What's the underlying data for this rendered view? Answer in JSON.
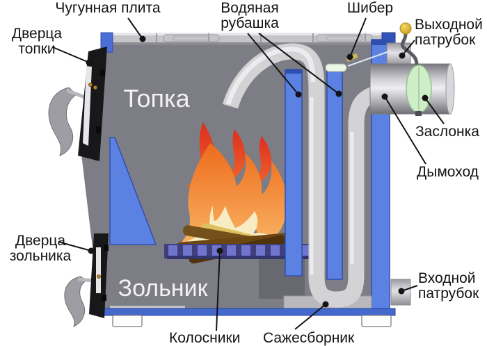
{
  "diagram": {
    "firebox_label": "Топка",
    "ashpan_label": "Зольник"
  },
  "labels": {
    "cast_iron_plate": "Чугунная плита",
    "water_jacket": "Водяная рубашка",
    "damper_slide": "Шибер",
    "outlet_pipe": "Выходной патрубок",
    "flap": "Заслонка",
    "chimney": "Дымоход",
    "firebox_door": "Дверца топки",
    "ashpan_door": "Дверца зольника",
    "grates": "Колосники",
    "soot_collector": "Сажесборник",
    "inlet_pipe": "Входной патрубок"
  },
  "palette": {
    "body_gray": "#7d7d85",
    "plate_gray": "#c5c5c9",
    "water_blue": "#5b82e2",
    "water_blue_dark": "#2f4fae",
    "base_blue": "#4468cc",
    "flame_red": "#dc2f1f",
    "flame_orange": "#ed6b1c",
    "flame_light": "#f9b666",
    "flame_cream": "#f7ecc4",
    "log_brown": "#5f3f10",
    "grate_violet": "#7174cc",
    "tube_gray": "#d3d3d6",
    "damper_green": "#cdeec6",
    "knob_yellow": "#e6bf33",
    "door_black": "#18181a",
    "handle_gray": "#9d9da3",
    "label_ink": "#141414"
  }
}
